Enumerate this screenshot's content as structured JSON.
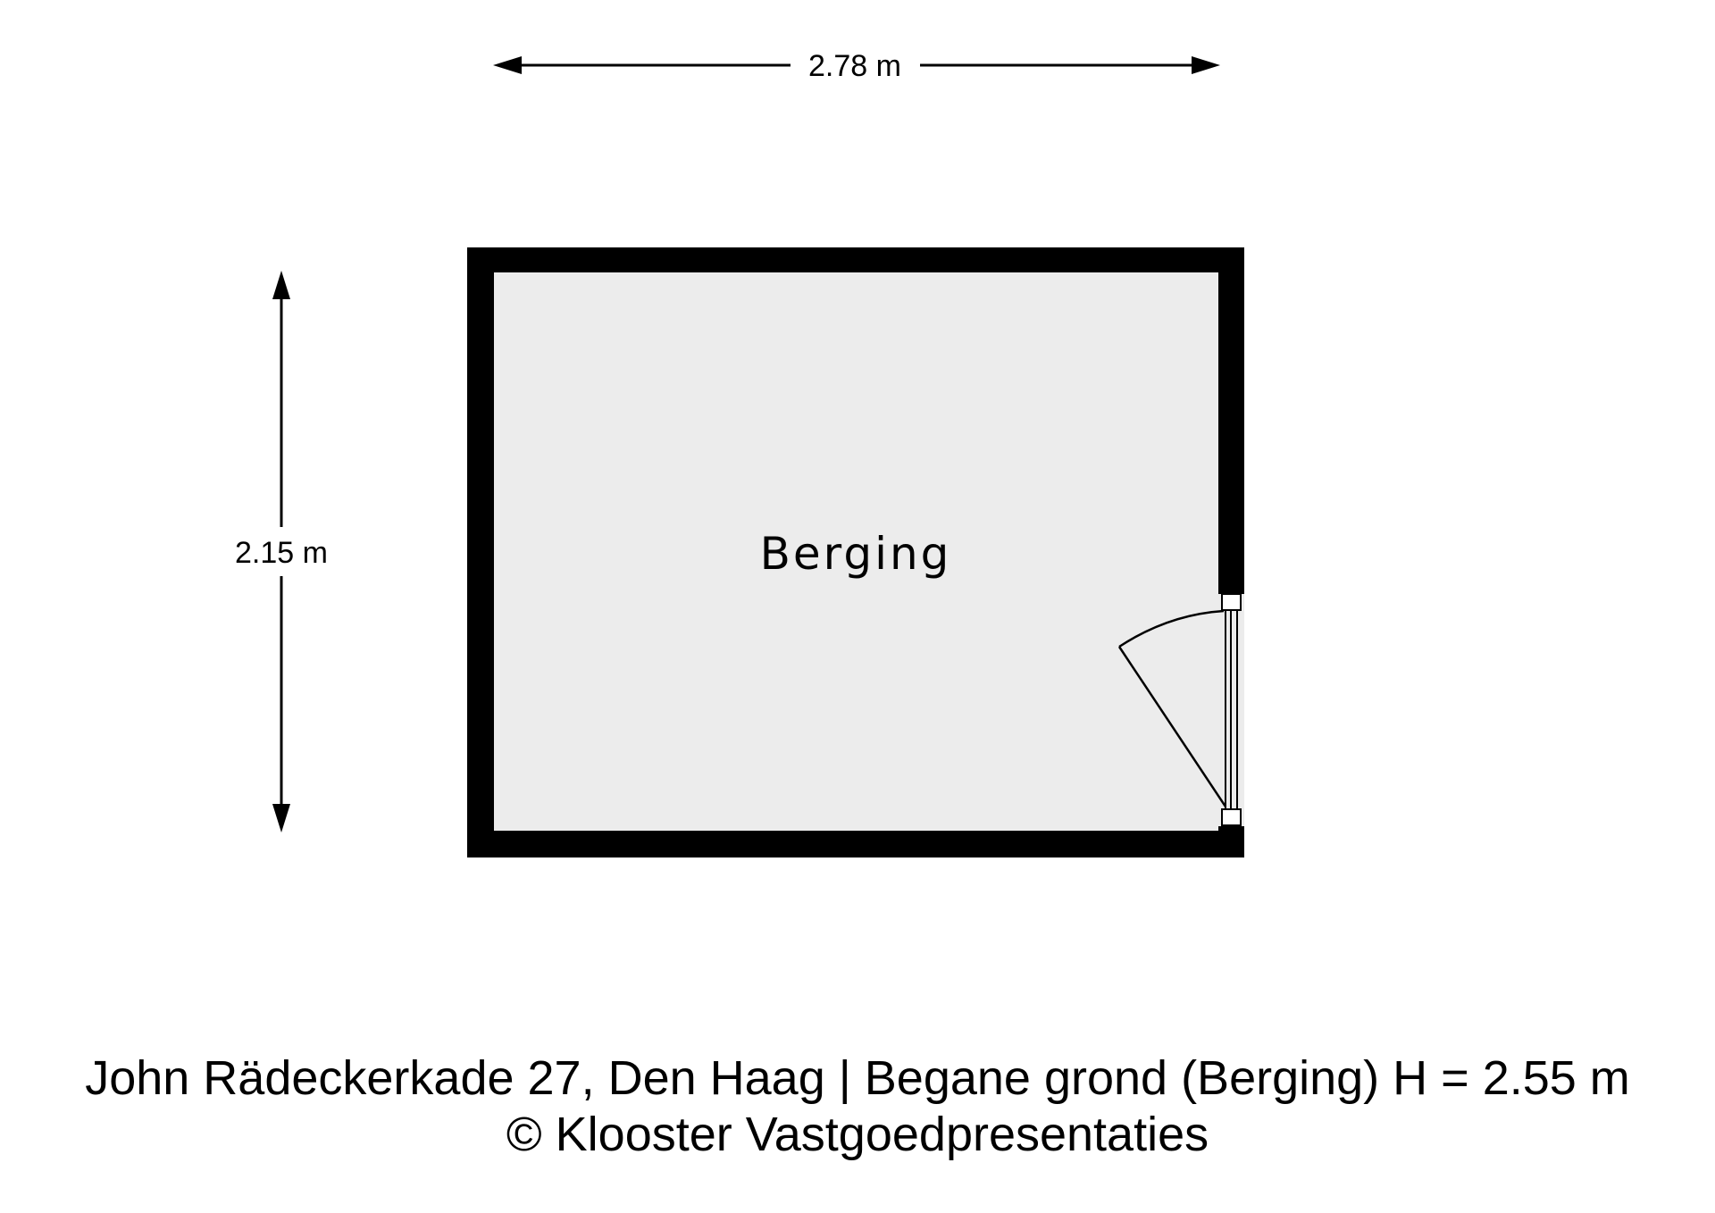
{
  "dimensions": {
    "width_label": "2.78 m",
    "depth_label": "2.15 m"
  },
  "room": {
    "name": "Berging"
  },
  "caption": {
    "address_line": "John Rädeckerkade 27, Den Haag | Begane grond (Berging) H = 2.55 m",
    "copyright_line": "© Klooster Vastgoedpresentaties"
  },
  "colors": {
    "wall": "#000000",
    "floor": "#ececec",
    "background": "#ffffff",
    "door_frame": "#ffffff"
  },
  "icons": {
    "door": "door-swing-icon",
    "arrow": "arrowhead-icon"
  }
}
